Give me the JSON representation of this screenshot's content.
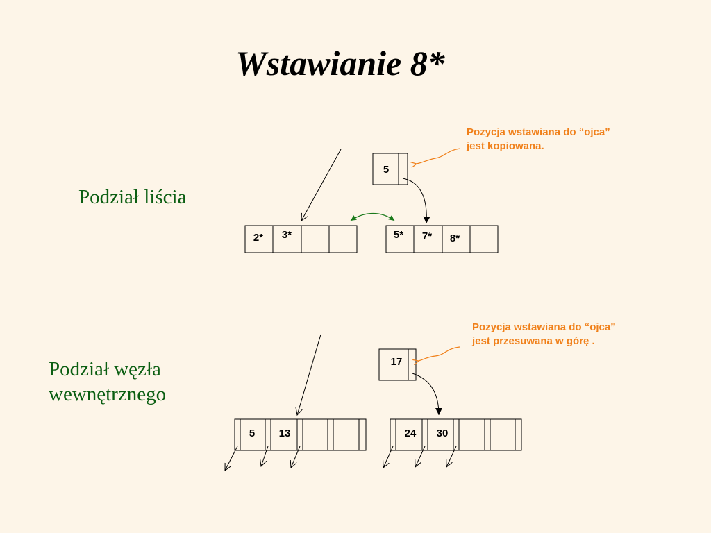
{
  "title": "Wstawianie 8*",
  "leaf_split": {
    "label": "Podział liścia",
    "note_line1": "Pozycja wstawiana do “ojca”",
    "note_line2": "jest kopiowana.",
    "parent_key": "5",
    "left_leaf": [
      "2*",
      "3*",
      "",
      ""
    ],
    "right_leaf": [
      "5*",
      "7*",
      "8*",
      ""
    ]
  },
  "internal_split": {
    "label_line1": "Podział węzła",
    "label_line2": "wewnętrznego",
    "note_line1": "Pozycja wstawiana do “ojca”",
    "note_line2": "jest przesuwana w górę .",
    "parent_key": "17",
    "left_node": [
      "5",
      "13",
      "",
      ""
    ],
    "right_node": [
      "24",
      "30",
      "",
      ""
    ]
  },
  "colors": {
    "background": "#fdf5e8",
    "label_green": "#0b5e12",
    "note_orange": "#f0801a",
    "arrow_green": "#1b7a1b"
  }
}
